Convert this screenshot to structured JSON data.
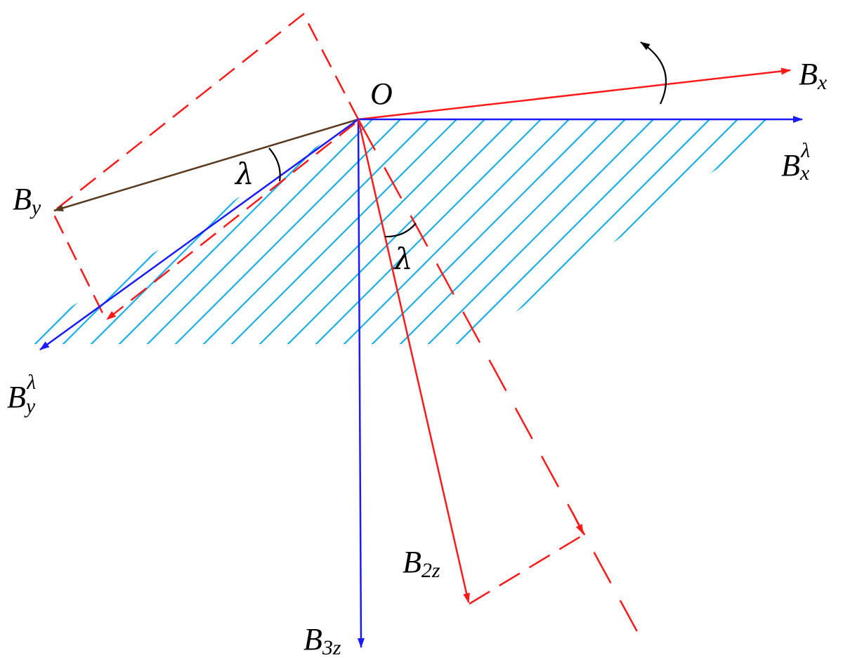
{
  "labels": {
    "origin": "O",
    "bx": {
      "base": "B",
      "sub": "x"
    },
    "bx_lambda": {
      "base": "B",
      "sub": "x",
      "sup": "λ"
    },
    "by": {
      "base": "B",
      "sub": "y"
    },
    "by_lambda": {
      "base": "B",
      "sub": "y",
      "sup": "λ"
    },
    "b2z": {
      "base": "B",
      "sub": "2z"
    },
    "b3z": {
      "base": "B",
      "sub": "3z"
    },
    "angle_top": "λ",
    "angle_mid": "λ"
  },
  "colors": {
    "red": "#ff1a1a",
    "blue": "#1a1aff",
    "brown": "#5a3a1f",
    "hatch": "#1aaeea",
    "black": "#000000"
  },
  "icons": {
    "rotation": "curved-arrow-icon"
  }
}
